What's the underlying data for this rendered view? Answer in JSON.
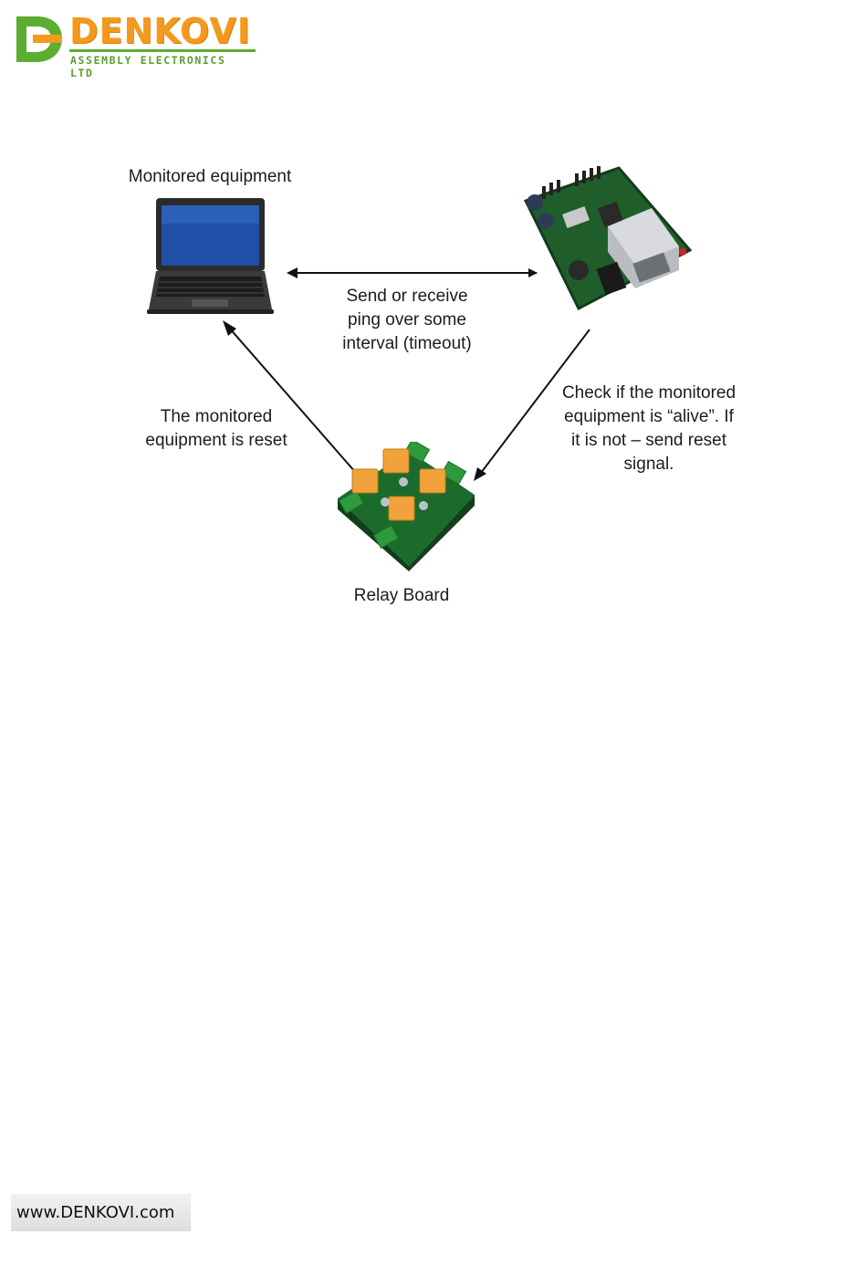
{
  "logo": {
    "name": "DENKOVI",
    "subtitle": "ASSEMBLY ELECTRONICS LTD",
    "colors": {
      "orange": "#f39a1e",
      "green": "#5cae32"
    }
  },
  "diagram": {
    "laptop_label": "Monitored equipment",
    "ping_label": [
      "Send or receive",
      "ping over some",
      "interval (timeout)"
    ],
    "reset_label": [
      "The monitored",
      "equipment is reset"
    ],
    "check_label": [
      "Check if the monitored",
      "equipment is “alive”. If",
      "it is not – send reset",
      "signal."
    ],
    "relay_label": "Relay Board",
    "icons": {
      "laptop": "laptop-icon",
      "controller": "ethernet-controller-board-icon",
      "relay": "relay-board-icon"
    }
  },
  "footer": {
    "url": "www.DENKOVI.com"
  }
}
